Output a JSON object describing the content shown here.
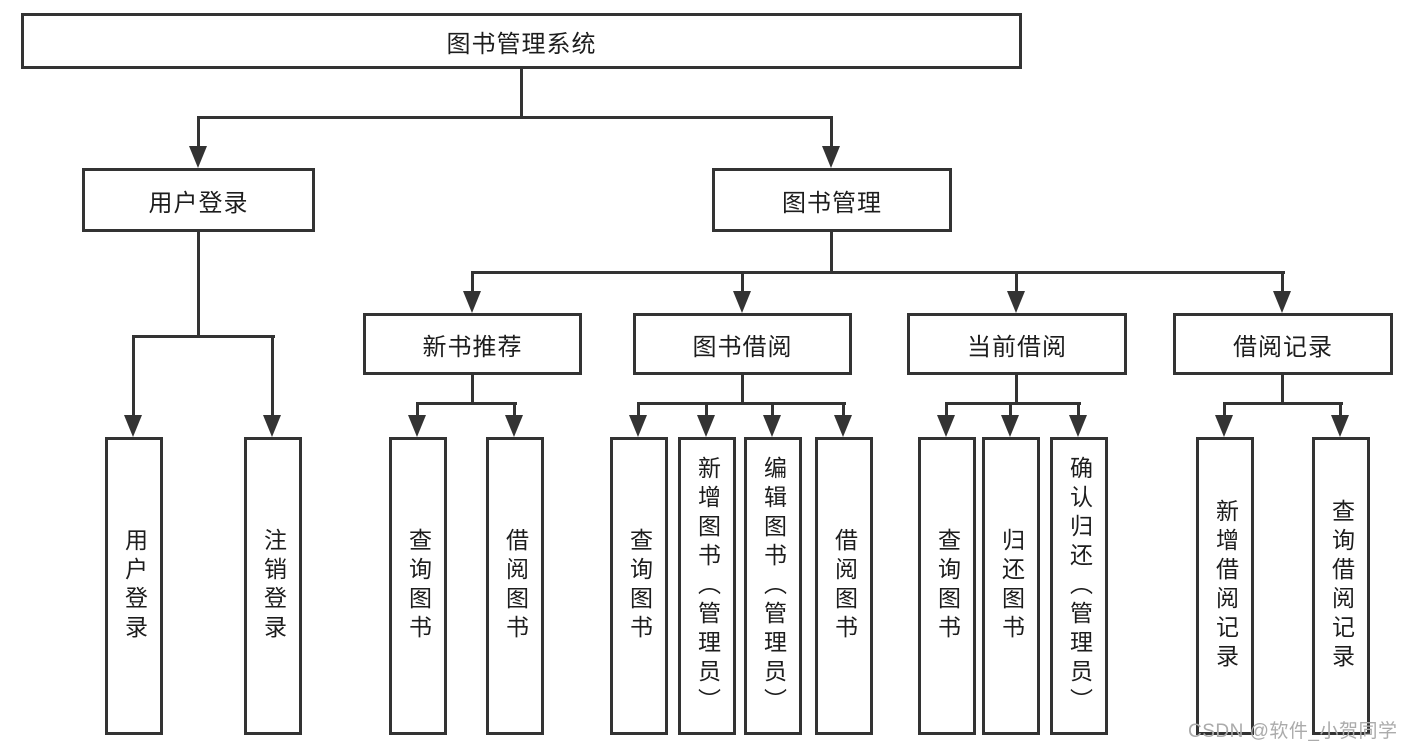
{
  "diagram": {
    "root": {
      "label": "图书管理系统"
    },
    "level2": {
      "user_login": "用户登录",
      "book_mgmt": "图书管理"
    },
    "level3": {
      "new_books": "新书推荐",
      "book_borrow": "图书借阅",
      "current_borrow": "当前借阅",
      "borrow_records": "借阅记录"
    },
    "leaves": {
      "user_login": [
        "用户登录",
        "注销登录"
      ],
      "new_books": [
        "查询图书",
        "借阅图书"
      ],
      "book_borrow": [
        "查询图书",
        "新增图书（管理员）",
        "编辑图书（管理员）",
        "借阅图书"
      ],
      "current_borrow": [
        "查询图书",
        "归还图书",
        "确认归还（管理员）"
      ],
      "borrow_records": [
        "新增借阅记录",
        "查询借阅记录"
      ]
    }
  },
  "watermark": {
    "text": "CSDN @软件_小贺同学",
    "color": "#ababab"
  },
  "colors": {
    "line": "#333333",
    "text": "#1d1d1d",
    "background": "#ffffff"
  }
}
